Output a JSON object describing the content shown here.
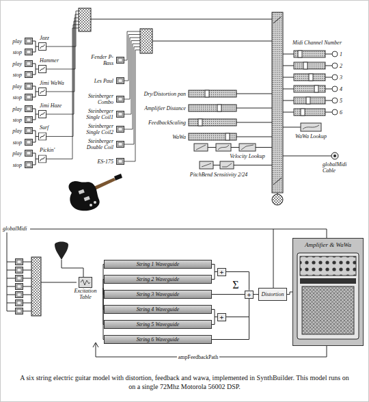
{
  "diagram": {
    "caption": "A six string electric guitar model with distortion, feedback and wawa, implemented in SynthBuilder. This model runs on on a single 72Mhz Motorola 56002 DSP.",
    "nodes": [
      {
        "text": [
          "Excitation Table"
        ]
      },
      {
        "text": [
          "String 1 Waveguide"
        ]
      },
      {
        "text": [
          "String 2 Waveguide"
        ]
      },
      {
        "text": [
          "String 3 Waveguide"
        ]
      },
      {
        "text": [
          "String 4 Waveguide"
        ]
      },
      {
        "text": [
          "String 5 Waveguide"
        ]
      },
      {
        "text": [
          "String 6 Waveguide"
        ]
      },
      {
        "text": [
          "+"
        ]
      },
      {
        "text": [
          "+"
        ]
      },
      {
        "text": [
          "+"
        ]
      },
      {
        "text": [
          "Distortion"
        ]
      },
      {
        "text": [
          "Amplifier & WaWa"
        ]
      }
    ],
    "edges": [
      {
        "from": 0,
        "to": 1,
        "arrow": "none"
      },
      {
        "from": 0,
        "to": 2,
        "arrow": "none"
      },
      {
        "from": 0,
        "to": 3,
        "arrow": "none"
      },
      {
        "from": 0,
        "to": 4,
        "arrow": "none"
      },
      {
        "from": 0,
        "to": 5,
        "arrow": "none"
      },
      {
        "from": 0,
        "to": 6,
        "arrow": "none"
      },
      {
        "from": 1,
        "to": 7,
        "arrow": "none"
      },
      {
        "from": 2,
        "to": 7,
        "arrow": "none"
      },
      {
        "from": 3,
        "to": 9,
        "arrow": "none"
      },
      {
        "from": 4,
        "to": 8,
        "arrow": "none"
      },
      {
        "from": 5,
        "to": 8,
        "arrow": "none"
      },
      {
        "from": 6,
        "to": 9,
        "arrow": "none"
      },
      {
        "from": 7,
        "to": 9,
        "arrow": "none"
      },
      {
        "from": 8,
        "to": 9,
        "arrow": "none"
      },
      {
        "from": 9,
        "to": 10,
        "arrow": "none"
      },
      {
        "from": 10,
        "to": 11,
        "arrow": "none"
      }
    ],
    "labels": [
      "play",
      "stop",
      "play",
      "stop",
      "play",
      "stop",
      "play",
      "stop",
      "play",
      "stop",
      "play",
      "stop",
      "Jazz",
      "Hammer",
      "Jimi WaWa",
      "Jimi Haze",
      "Surf",
      "Pickin'",
      "Fender P-Bass",
      "Les Paul",
      "Steinberger Combo",
      "Steinberger Single Coil1",
      "Steinberger Single Coil2",
      "Steinberger Double Coil",
      "ES-175",
      "Dry/Distortion pan",
      "Amplifier Distance",
      "FeedbackScaling",
      "WaWa",
      "Velocity Lookup",
      "PitchBend Sensitivity 2/24",
      "Midi Channel Number",
      "1",
      "2",
      "3",
      "4",
      "5",
      "6",
      "WaWa Lookup",
      "globalMidi Cable",
      "globalMidi",
      "Σ",
      "ampFeedbackPath"
    ]
  }
}
